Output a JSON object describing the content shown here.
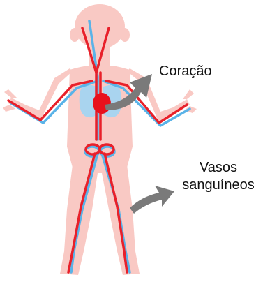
{
  "labels": {
    "heart": "Coração",
    "vessels_line1": "Vasos",
    "vessels_line2": "sanguíneos"
  },
  "colors": {
    "skin": "#f9c9c4",
    "artery": "#e8202a",
    "vein": "#5ab3e8",
    "lungs": "#a9d4ef",
    "heart": "#e8101c",
    "arrow": "#7a7a7a"
  }
}
